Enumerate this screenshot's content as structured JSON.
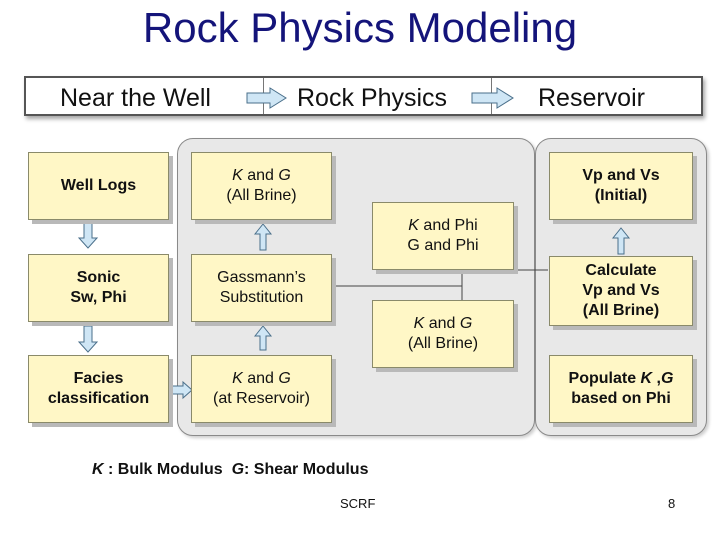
{
  "title": "Rock Physics Modeling",
  "header": {
    "near_the_well": "Near the Well",
    "rock_physics": "Rock Physics",
    "reservoir": "Reservoir"
  },
  "near_well": {
    "well_logs": "Well Logs",
    "sonic_line1": "Sonic",
    "sonic_line2": "Sw, Phi",
    "facies_line1": "Facies",
    "facies_line2": "classification"
  },
  "rock_physics": {
    "kg_brine_k": "K",
    "kg_brine_and": " and ",
    "kg_brine_g": "G",
    "kg_brine_line2": "(All Brine)",
    "gassmann_line1": "Gassmann’s",
    "gassmann_line2": "Substitution",
    "kg_res_k": "K",
    "kg_res_and": " and ",
    "kg_res_g": "G",
    "kg_res_line2": "(at Reservoir)",
    "kphi_k": "K",
    "kphi_rest": " and Phi",
    "gphi": "G and Phi",
    "kg2_k": "K",
    "kg2_and": " and ",
    "kg2_g": "G",
    "kg2_line2": "(All Brine)"
  },
  "reservoir": {
    "vpvs_line1": "Vp and Vs",
    "vpvs_line2": "(Initial)",
    "calc_line1": "Calculate",
    "calc_line2": "Vp and Vs",
    "calc_line3": "(All Brine)",
    "pop_pre": "Populate ",
    "pop_k": "K",
    "pop_mid": " ,",
    "pop_g": "G",
    "pop_line2": "based on Phi"
  },
  "footer": {
    "k_symbol": "K",
    "k_text": " : Bulk Modulus  ",
    "g_symbol": "G",
    "g_text": ": Shear Modulus",
    "source": "SCRF",
    "page_number": "8"
  },
  "colors": {
    "title": "#14147a",
    "box_fill": "#fff7c6",
    "panel_fill": "#e8e8e8",
    "arrow_fill": "#cfe6f5"
  }
}
